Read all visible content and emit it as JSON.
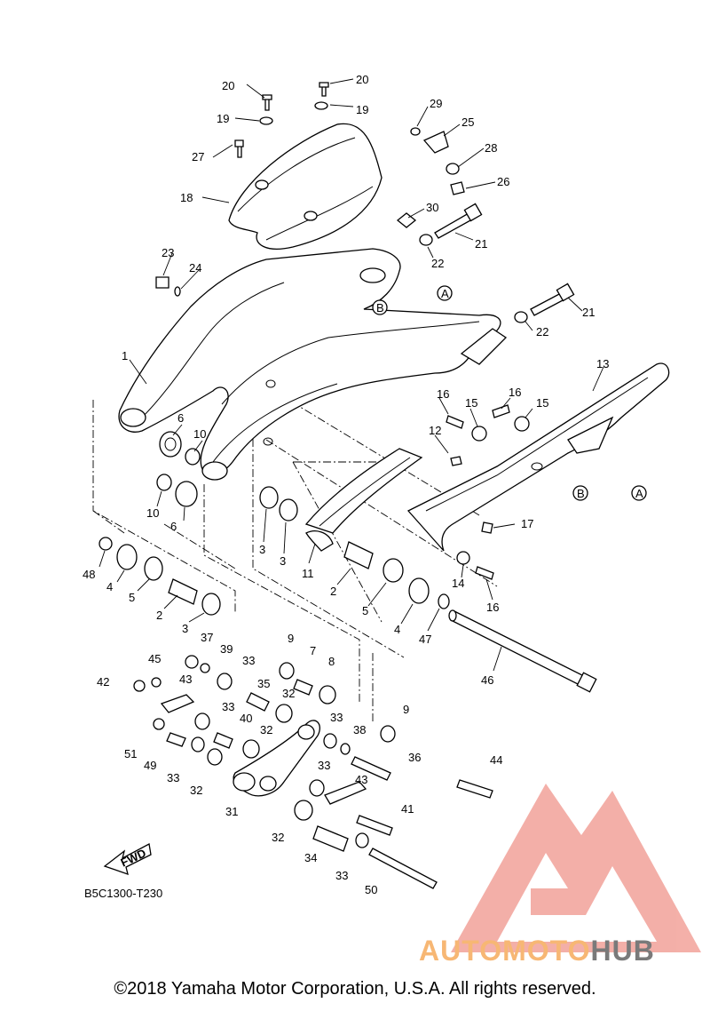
{
  "diagram_code": "B5C1300-T230",
  "fwd_label": "FWD",
  "copyright": "©2018 Yamaha Motor Corporation, U.S.A. All rights reserved.",
  "watermark": {
    "part1": "AUTOMOTO",
    "part2": "HUB",
    "color_main": "#f7b774",
    "color_hub": "#7a7a7a",
    "logo_color": "#f2a29a"
  },
  "callouts": {
    "c1": "1",
    "c2a": "2",
    "c2b": "2",
    "c3a": "3",
    "c3b": "3",
    "c3c": "3",
    "c4a": "4",
    "c4b": "4",
    "c5a": "5",
    "c5b": "5",
    "c6a": "6",
    "c6b": "6",
    "c7": "7",
    "c8": "8",
    "c9a": "9",
    "c9b": "9",
    "c10a": "10",
    "c10b": "10",
    "c11": "11",
    "c12": "12",
    "c13": "13",
    "c14": "14",
    "c15a": "15",
    "c15b": "15",
    "c16a": "16",
    "c16b": "16",
    "c16c": "16",
    "c17": "17",
    "c18": "18",
    "c19a": "19",
    "c19b": "19",
    "c20a": "20",
    "c20b": "20",
    "c21a": "21",
    "c21b": "21",
    "c22a": "22",
    "c22b": "22",
    "c23": "23",
    "c24": "24",
    "c25": "25",
    "c26": "26",
    "c27": "27",
    "c28": "28",
    "c29": "29",
    "c30": "30",
    "c31": "31",
    "c32a": "32",
    "c32b": "32",
    "c32c": "32",
    "c32d": "32",
    "c33a": "33",
    "c33b": "33",
    "c33c": "33",
    "c33d": "33",
    "c33e": "33",
    "c33f": "33",
    "c34": "34",
    "c35": "35",
    "c36": "36",
    "c37": "37",
    "c38": "38",
    "c39": "39",
    "c40": "40",
    "c41": "41",
    "c42": "42",
    "c43a": "43",
    "c43b": "43",
    "c44": "44",
    "c45": "45",
    "c46": "46",
    "c47": "47",
    "c48": "48",
    "c49": "49",
    "c50": "50",
    "c51": "51",
    "refA1": "A",
    "refA2": "A",
    "refB1": "B",
    "refB2": "B"
  }
}
